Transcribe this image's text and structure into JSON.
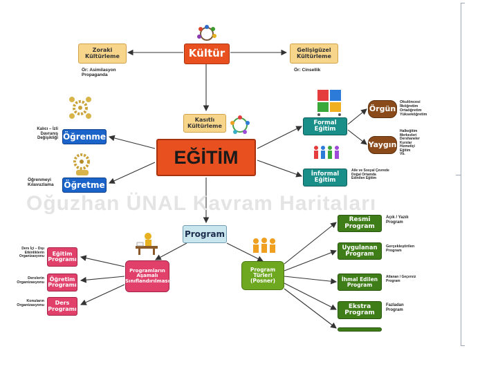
{
  "diagram": {
    "nodes": {
      "kultur": "Kültür",
      "zoraki": "Zoraki\nKültürleme",
      "zoraki_note": "Ör: Asimilasyon\nPropaganda",
      "gelisi": "Gelişigüzel\nKültürleme",
      "gelisi_note": "Ör: Cinsellik",
      "kasitli": "Kasıtlı\nKültürleme",
      "egitim": "EĞİTİM",
      "ogrenme": "Öğrenme",
      "ogrenme_note": "Kalıcı – İzli\nDavranış\nDeğişikliği",
      "ogretme": "Öğretme",
      "ogretme_note": "Öğrenmeyi\nKılavuzlama",
      "formal": "Formal\nEğitim",
      "informal": "İnformal\nEğitim",
      "informal_note": "Aile ve Sosyal Çevrede\nDoğal Ortamda\nEdinilen Eğitim",
      "orgun": "Örgün",
      "orgun_note": "Okulöncesi\nİlköğretim\nOrtaöğretim\nYükseköğretim",
      "yaygin": "Yaygın",
      "yaygin_note": "Halkeğitim\nMerkezleri\nDershaneler\nKurslar\nHizmetiçi\nEğitim\nVb.",
      "program": "Program",
      "programlarin": "Programların\nAşamalı\nSınıflandırılması",
      "program_turleri": "Program\nTürleri\n(Posner)",
      "egitim_programi": "Eğitim\nProgramı",
      "egitim_programi_note": "Ders İçi – Dışı\nEtkinliklerin\nOrganizasyonu",
      "ogretim_programi": "Öğretim\nProgramı",
      "ogretim_programi_note": "Derslerin\nOrganizasyonu",
      "ders_programi": "Ders\nProgramı",
      "ders_programi_note": "Konuların\nOrganizasyonu",
      "resmi": "Resmi\nProgram",
      "resmi_note": "Açık / Yazılı\nProgram",
      "uygulanan": "Uygulanan\nProgram",
      "uygulanan_note": "Gerçekleştirilen\nProgram",
      "ihmal": "İhmal Edilen\nProgram",
      "ihmal_note": "Atlanan / Geçersiz\nProgram",
      "ekstra": "Ekstra\nProgram",
      "ekstra_note": "Fazladan\nProgram"
    },
    "watermark": "Oğuzhan ÜNAL Kavram Haritaları",
    "colors": {
      "orange": "#e8501f",
      "yellow": "#f7d58a",
      "blue": "#1a63c9",
      "teal": "#1a8f8a",
      "brown": "#8a4a1a",
      "pink": "#e0406a",
      "green": "#6ea820",
      "olive": "#3e7d18"
    }
  }
}
